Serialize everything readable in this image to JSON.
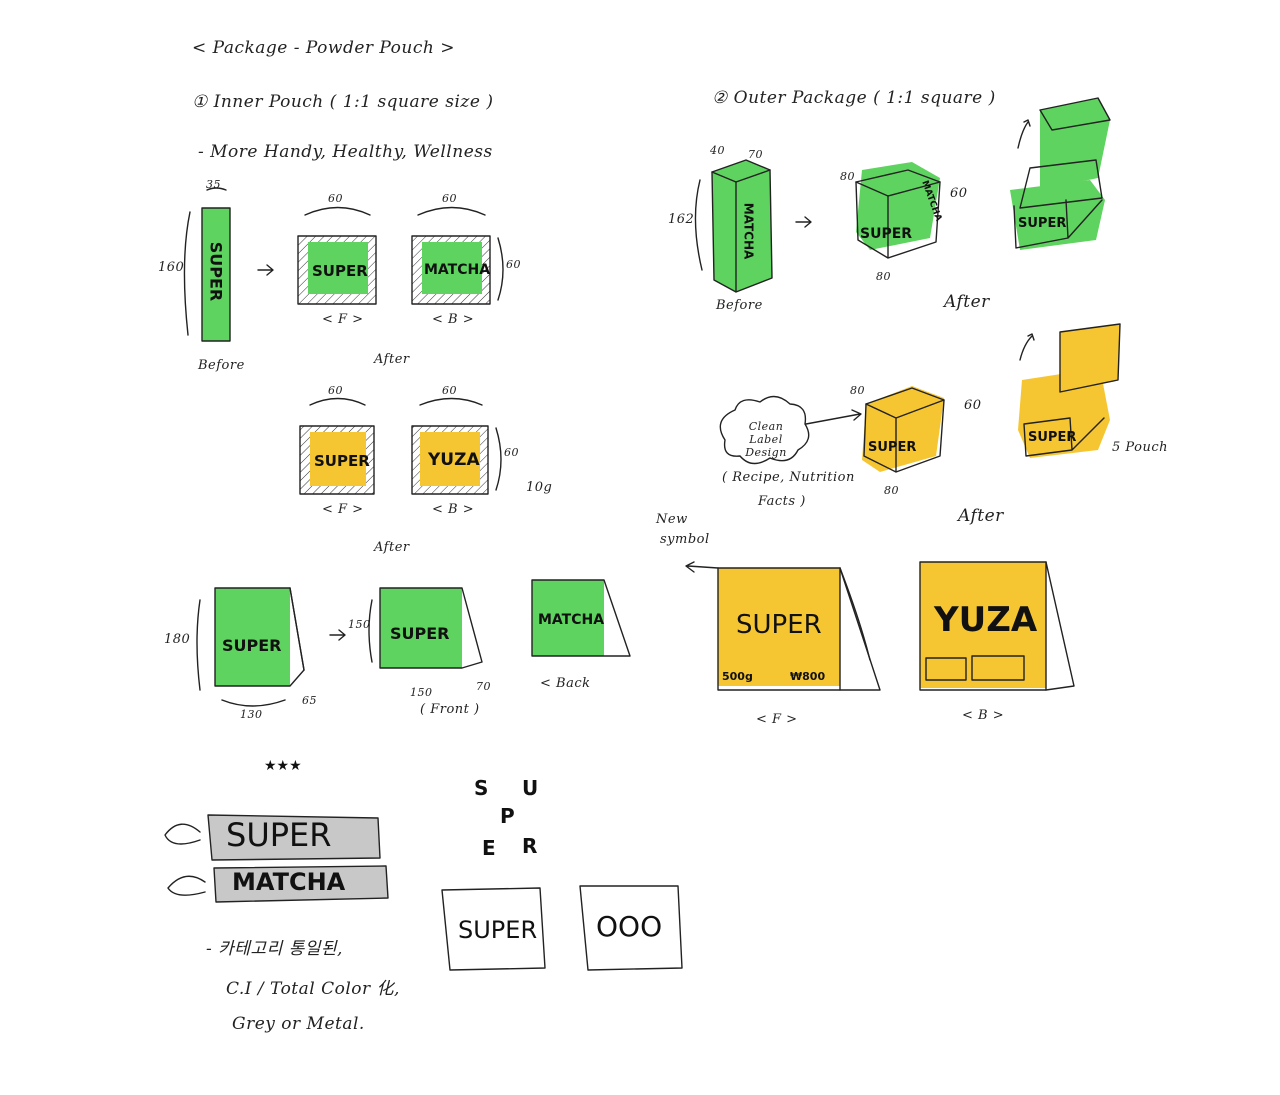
{
  "header": {
    "title": "< Package - Powder Pouch >",
    "inner_heading": "① Inner Pouch ( 1:1 square size )",
    "inner_bullet": "- More Handy, Healthy, Wellness",
    "outer_heading": "② Outer Package ( 1:1 square )"
  },
  "inner_pouch": {
    "before_label": "Before",
    "before_word": "SUPER",
    "dim_160": "160",
    "dim_35": "35",
    "after_label": "After",
    "front_word": "SUPER",
    "back_word": "MATCHA",
    "front_tag": "< F >",
    "back_tag": "< B >",
    "dim_60": "60",
    "yellow_front_word": "SUPER",
    "yellow_back_word": "YUZA",
    "weight": "10g"
  },
  "stand_pouch": {
    "after_label": "After",
    "dim_180": "180",
    "dim_130": "130",
    "dim_65": "65",
    "dim_150": "150",
    "dim_150b": "150",
    "dim_70": "70",
    "front_label": "( Front )",
    "back_label": "< Back",
    "word1": "SUPER",
    "word2": "SUPER",
    "word3": "MATCHA"
  },
  "outer_package": {
    "before_label": "Before",
    "after_label": "After",
    "dim_162": "162",
    "dim_40": "40",
    "dim_70": "70",
    "dim_80": "80",
    "dim_60": "60",
    "before_word": "MATCHA",
    "box_word": "SUPER",
    "box_side": "MATCHA",
    "open_word": "SUPER",
    "yellow_word": "SUPER",
    "yellow_open_word": "SUPER",
    "pouch_count": "5 Pouch",
    "cloud_text": "Clean Label Design",
    "cloud_note_1": "( Recipe, Nutrition",
    "cloud_note_2": "Facts )"
  },
  "big_pouches": {
    "after_label": "After",
    "new_symbol_1": "New",
    "new_symbol_2": "symbol",
    "front_word": "SUPER",
    "back_word": "YUZA",
    "weight": "500g",
    "price": "₩800",
    "front_tag": "< F >",
    "back_tag": "< B >"
  },
  "logo_studies": {
    "stars": "★★★",
    "label_super": "SUPER",
    "label_matcha": "MATCHA",
    "stack_s": "S",
    "stack_u": "U",
    "stack_p": "P",
    "stack_e": "E",
    "stack_r": "R",
    "box1": "SUPER",
    "box2": "OOO",
    "note_1": "- 카테고리 통일된,",
    "note_2": "C.I / Total Color 化,",
    "note_3": "Grey or Metal."
  },
  "colors": {
    "green": "#5fd35f",
    "yellow": "#f6c632",
    "grey": "#c8c8c8"
  }
}
